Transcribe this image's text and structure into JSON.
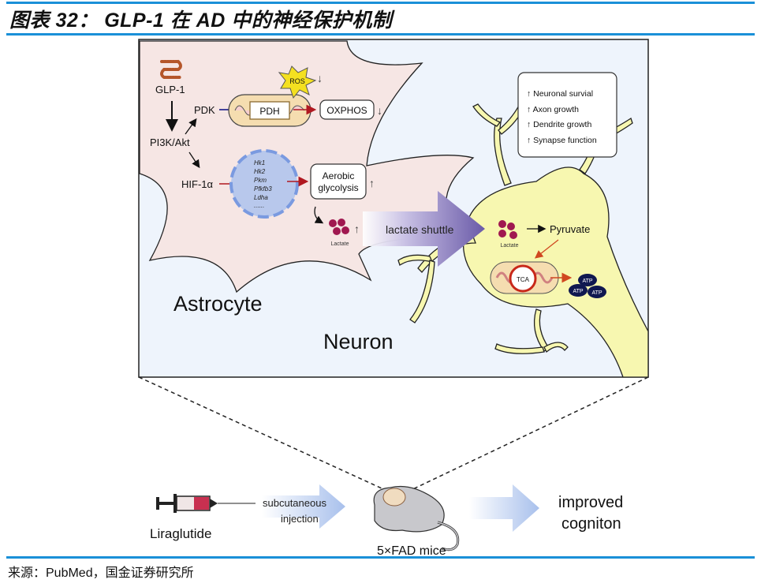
{
  "header": {
    "title": "图表 32： GLP-1 在 AD 中的神经保护机制"
  },
  "footer": {
    "source": "来源：PubMed，国金证券研究所"
  },
  "colors": {
    "rule": "#1a90d8",
    "panel_bg": "#eef4fc",
    "astrocyte_fill": "#f6e6e4",
    "neuron_fill": "#f7f7b0",
    "lactate": "#a01850",
    "arrow_red": "#b01820",
    "arrow_blue": "#2a2a90",
    "shuttle": "#6a5aa8",
    "atp": "#101850",
    "nucleus": "#b8c8ec",
    "ros": "#f4e020"
  },
  "diagram": {
    "astrocyte_label": "Astrocyte",
    "neuron_label": "Neuron",
    "glp1_label": "GLP-1",
    "pi3k_label": "PI3K/Akt",
    "pdk_label": "PDK",
    "pdh_label": "PDH",
    "ros_label": "ROS",
    "ros_arrow": "↓",
    "oxphos_label": "OXPHOS",
    "oxphos_arrow": "↓",
    "hif_label": "HIF-1α",
    "genes": [
      "Hk1",
      "Hk2",
      "Pkm",
      "Pfkfb3",
      "Ldha",
      "......"
    ],
    "aerobic_line1": "Aerobic",
    "aerobic_line2": "glycolysis",
    "aerobic_arrow": "↑",
    "lactate_label": "Lactate",
    "lactate_arrow": "↑",
    "shuttle_label": "lactate shuttle",
    "neuron_lactate_label": "Lactate",
    "pyruvate_label": "Pyruvate",
    "tca_label": "TCA",
    "atp_labels": [
      "ATP",
      "ATP",
      "ATP"
    ],
    "outcomes": [
      "↑ Neuronal survial",
      "↑ Axon growth",
      "↑ Dendrite growth",
      "↑ Synapse function"
    ]
  },
  "bottom": {
    "drug_label": "Liraglutide",
    "route_line1": "subcutaneous",
    "route_line2": "injection",
    "model_label": "5×FAD mice",
    "result_line1": "improved",
    "result_line2": "cogniton"
  }
}
